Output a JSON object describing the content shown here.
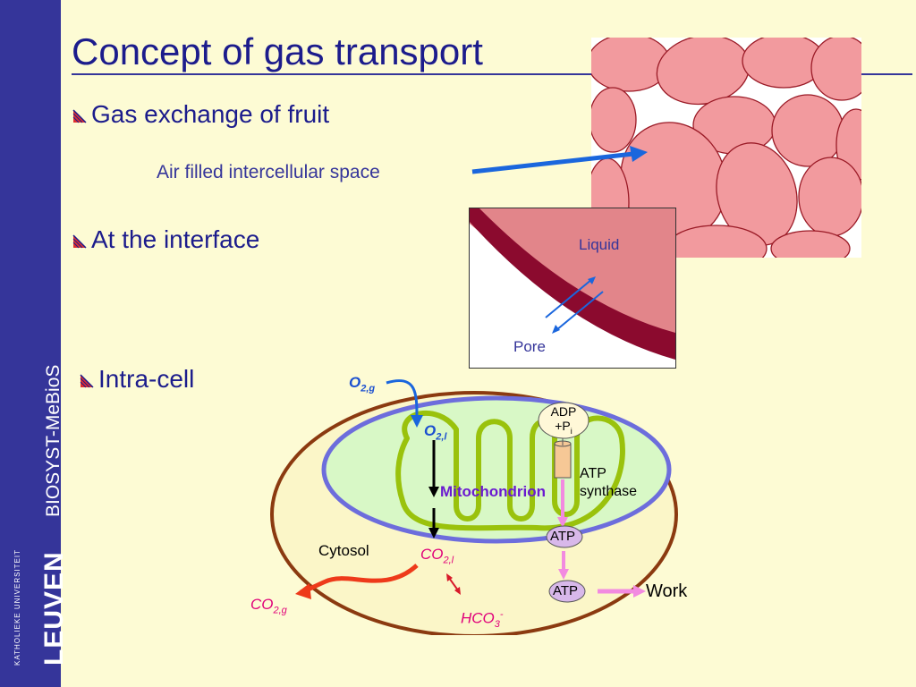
{
  "slide": {
    "title": "Concept of gas transport",
    "sidebar_text": "BIOSYST-MeBioS",
    "logo": {
      "name": "LEUVEN",
      "subtitle": "KATHOLIEKE UNIVERSITEIT"
    }
  },
  "bullets": [
    {
      "text": "Gas exchange of fruit"
    },
    {
      "text": "At the interface"
    },
    {
      "text": "Intra-cell"
    }
  ],
  "annotations": {
    "intercellular": "Air filled intercellular space",
    "liquid": "Liquid",
    "pore": "Pore"
  },
  "cell_diagram": {
    "o2g": "O",
    "o2g_sub": "2,g",
    "o2l": "O",
    "o2l_sub": "2,l",
    "mitochondrion": "Mitochondrion",
    "adp_line1": "ADP",
    "adp_line2": "+P",
    "adp_sub": "i",
    "atp_synthase_line1": "ATP",
    "atp_synthase_line2": "synthase",
    "atp1": "ATP",
    "atp2": "ATP",
    "work": "Work",
    "cytosol": "Cytosol",
    "co2l": "CO",
    "co2l_sub": "2,l",
    "co2g": "CO",
    "co2g_sub": "2,g",
    "hco3": "HCO",
    "hco3_sub": "3",
    "hco3_sup": "-"
  },
  "colors": {
    "sidebar": "#35359a",
    "title": "#1c1c8c",
    "background": "#fdfbd4",
    "cell_fill": "#f08c90",
    "cell_border": "#8b0a1e",
    "cytosol_fill": "#fbf6c8",
    "cell_wall": "#8b3a10",
    "mito_outer": "#6d6ddc",
    "mito_inner": "#9ac20c",
    "mito_fill": "#d8f8c6",
    "arrow_blue": "#1a66dd",
    "co2": "#e0007a",
    "atp_fill": "#d8b8ea",
    "pink_arrow": "#f28ae0"
  }
}
